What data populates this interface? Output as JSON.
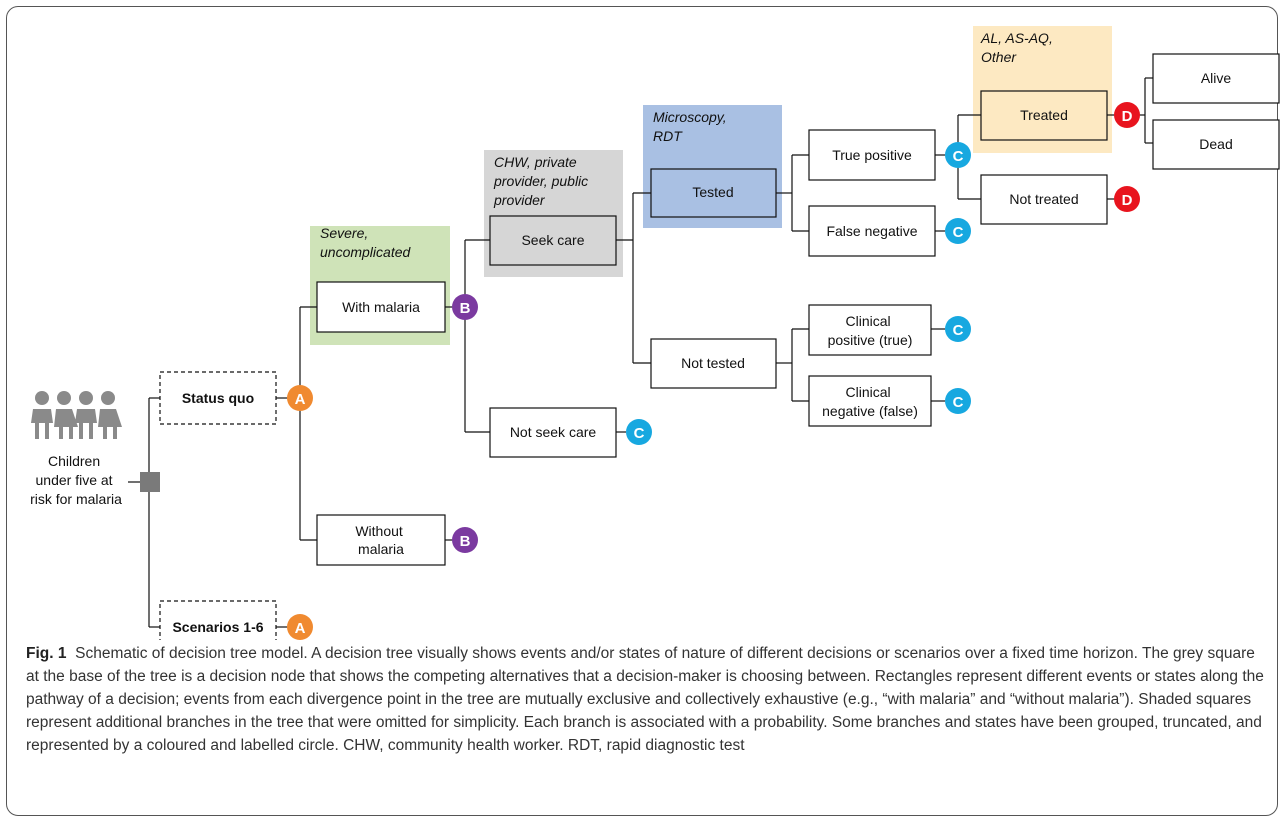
{
  "colors": {
    "node_A": "#f08a30",
    "node_B": "#7b3aa0",
    "node_C": "#17a8e0",
    "node_D": "#e8141e",
    "shade_green": "#cfe3b8",
    "shade_grey": "#d6d6d6",
    "shade_blue": "#a9c0e3",
    "shade_yellow": "#fde9c2",
    "decision_node": "#7a7a7a",
    "people_icon": "#8a8a8a"
  },
  "icons": [
    "children-group-icon",
    "decision-node-square"
  ],
  "diagram": {
    "root_label": [
      "Children",
      "under five at",
      "risk for malaria"
    ],
    "status_quo": "Status quo",
    "scenarios": "Scenarios 1-6",
    "severity_label": [
      "Severe,",
      "uncomplicated"
    ],
    "with_malaria": "With malaria",
    "without_malaria": [
      "Without",
      "malaria"
    ],
    "provider_label": [
      "CHW, private",
      "provider, public",
      "provider"
    ],
    "seek_care": "Seek care",
    "not_seek_care": "Not seek care",
    "test_label": [
      "Microscopy,",
      "RDT"
    ],
    "tested": "Tested",
    "not_tested": "Not tested",
    "true_positive": "True positive",
    "false_negative": "False negative",
    "clinical_positive": [
      "Clinical",
      "positive (true)"
    ],
    "clinical_negative": [
      "Clinical",
      "negative (false)"
    ],
    "drug_label": [
      "AL, AS-AQ,",
      "Other"
    ],
    "treated": "Treated",
    "not_treated": "Not treated",
    "alive": "Alive",
    "dead": "Dead",
    "node_A": "A",
    "node_B": "B",
    "node_C": "C",
    "node_D": "D"
  },
  "caption": {
    "label": "Fig. 1",
    "text": "Schematic of decision tree model. A decision tree visually shows events and/or states of nature of different decisions or scenarios over a fixed time horizon. The grey square at the base of the tree is a decision node that shows the competing alternatives that a decision-maker is choosing between. Rectangles represent different events or states along the pathway of a decision; events from each divergence point in the tree are mutually exclusive and collectively exhaustive (e.g., “with malaria” and “without malaria”). Shaded squares represent additional branches in the tree that were omitted for simplicity. Each branch is associated with a probability. Some branches and states have been grouped, truncated, and represented by a coloured and labelled circle. CHW, community health worker. RDT, rapid diagnostic test"
  }
}
